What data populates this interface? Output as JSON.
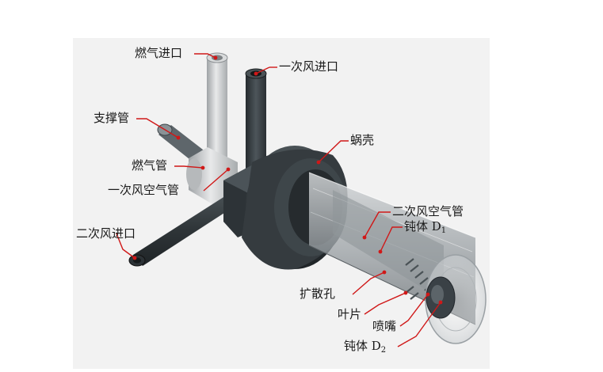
{
  "labels": {
    "gas_inlet": "燃气进口",
    "primary_air_inlet": "一次风进口",
    "support_tube": "支撑管",
    "volute": "蜗壳",
    "gas_tube": "燃气管",
    "primary_air_tube": "一次风空气管",
    "secondary_air_tube": "二次风空气管",
    "blunt_body_d1": "钝体 D",
    "blunt_body_d1_sub": "1",
    "secondary_air_inlet": "二次风进口",
    "diffusion_hole": "扩散孔",
    "blade": "叶片",
    "nozzle": "喷嘴",
    "blunt_body_d2": "钝体 D",
    "blunt_body_d2_sub": "2"
  },
  "colors": {
    "panel_background": "#f2f2f2",
    "dark_metal": "#3a4146",
    "light_metal": "#c9cbcc",
    "leader_line": "#d01818",
    "transparent_tube": "#b8bdc2"
  }
}
